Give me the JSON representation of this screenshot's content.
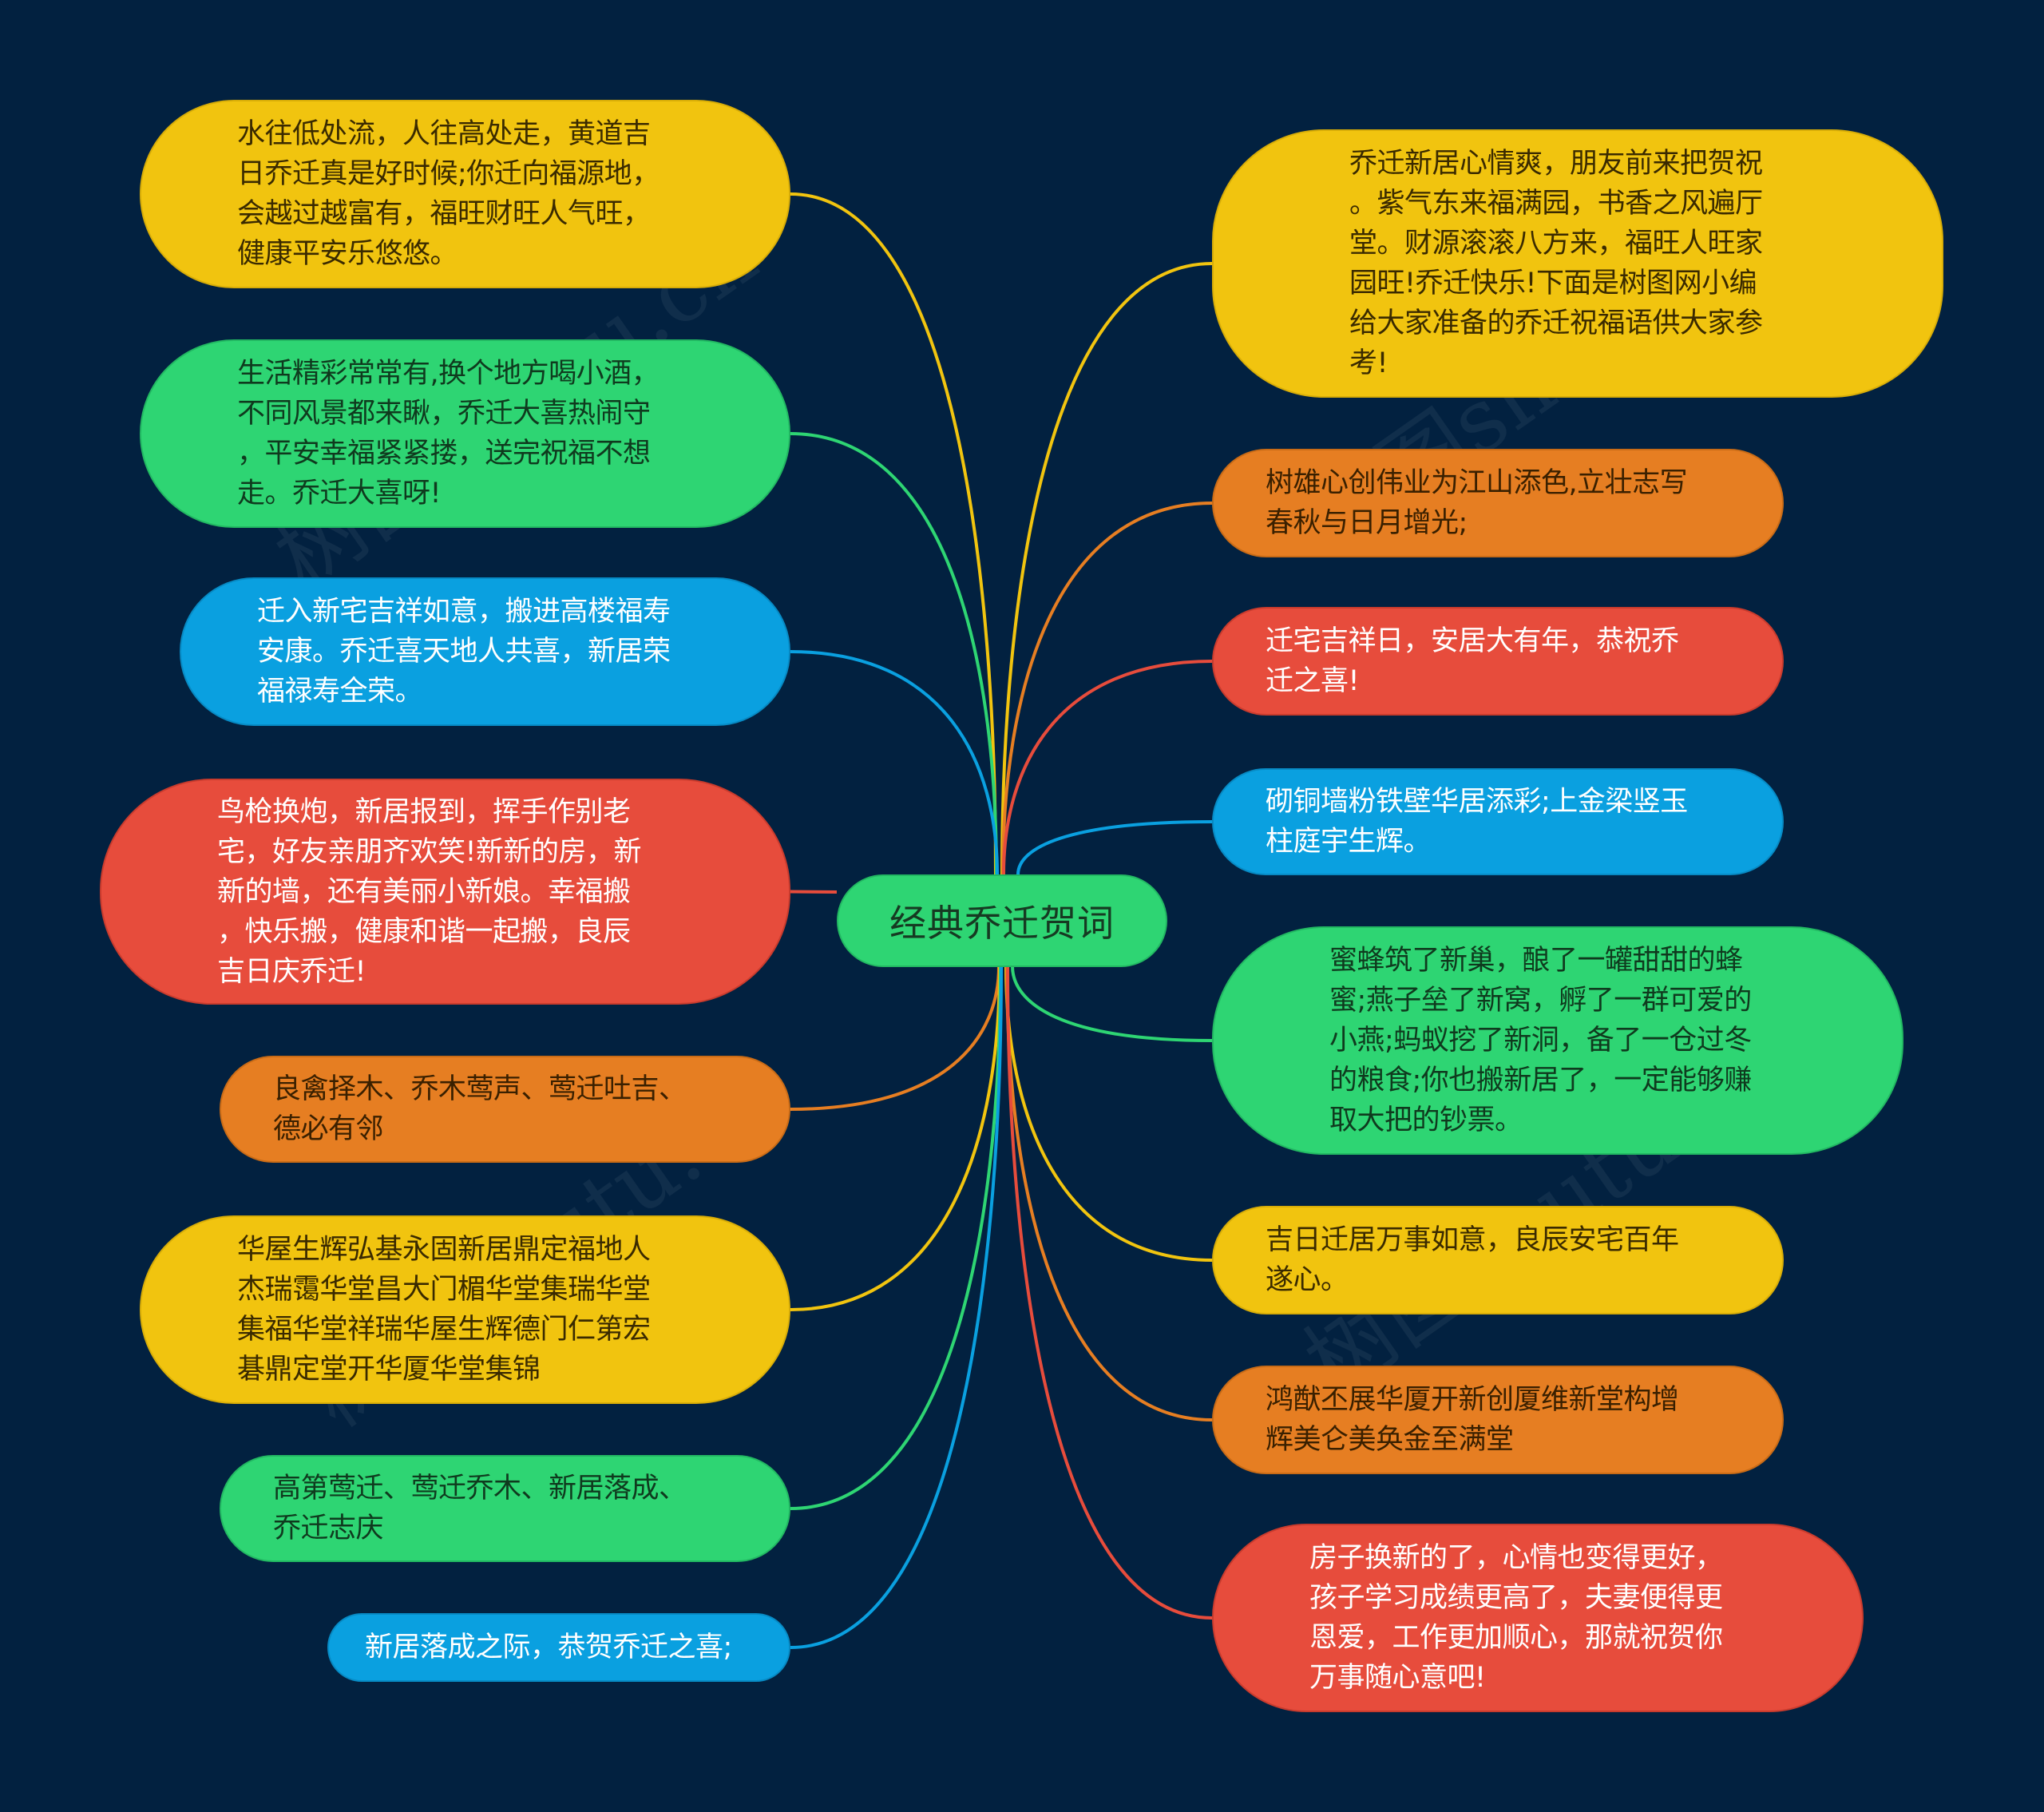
{
  "chart_data": {
    "type": "mindmap",
    "title": "经典乔迁贺词",
    "branches_left": [
      "水往低处流，人往高处走，黄道吉日乔迁真是好时候;你迁向福源地，会越过越富有，福旺财旺人气旺，健康平安乐悠悠。",
      "生活精彩常常有,换个地方喝小酒，不同风景都来瞅，乔迁大喜热闹守，平安幸福紧紧搂，送完祝福不想走。乔迁大喜呀!",
      "迁入新宅吉祥如意，搬进高楼福寿安康。乔迁喜天地人共喜，新居荣福禄寿全荣。",
      "鸟枪换炮，新居报到，挥手作别老宅，好友亲朋齐欢笑!新新的房，新新的墙，还有美丽小新娘。幸福搬，快乐搬，健康和谐一起搬，良辰吉日庆乔迁!",
      "良禽择木、乔木莺声、莺迁吐吉、德必有邻",
      "华屋生辉弘基永固新居鼎定福地人杰瑞霭华堂昌大门楣华堂集瑞华堂集福华堂祥瑞华屋生辉德门仁第宏碁鼎定堂开华厦华堂集锦",
      "高第莺迁、莺迁乔木、新居落成、乔迁志庆",
      "新居落成之际，恭贺乔迁之喜;"
    ],
    "branches_right": [
      "乔迁新居心情爽，朋友前来把贺祝。紫气东来福满园，书香之风遍厅堂。财源滚滚八方来，福旺人旺家园旺!乔迁快乐!下面是树图网小编给大家准备的乔迁祝福语供大家参考!",
      "树雄心创伟业为江山添色,立壮志写春秋与日月增光;",
      "迁宅吉祥日，安居大有年，恭祝乔迁之喜!",
      "砌铜墙粉铁壁华居添彩;上金梁竖玉柱庭宇生辉。",
      "蜜蜂筑了新巢，酿了一罐甜甜的蜂蜜;燕子垒了新窝，孵了一群可爱的小燕;蚂蚁挖了新洞，备了一仓过冬的粮食;你也搬新居了，一定能够赚取大把的钞票。",
      "吉日迁居万事如意，良辰安宅百年遂心。",
      "鸿猷丕展华厦开新创厦维新堂构增辉美仑美奂金至满堂",
      "房子换新的了，心情也变得更好，孩子学习成绩更高了，夫妻便得更恩爱，工作更加顺心，那就祝贺你万事随心意吧!"
    ]
  },
  "colors": {
    "background": "#022140",
    "yellow": "#f1c40f",
    "green": "#2ed573",
    "blue": "#0aa0e0",
    "red": "#e74c3c",
    "orange": "#e67e22"
  },
  "center": {
    "label": "经典乔迁贺词"
  },
  "left_nodes": [
    {
      "color": "yellow",
      "lines": [
        "水往低处流，人往高处走，黄道吉",
        "日乔迁真是好时候;你迁向福源地，",
        "会越过越富有，福旺财旺人气旺，",
        "健康平安乐悠悠。"
      ]
    },
    {
      "color": "green",
      "lines": [
        "生活精彩常常有,换个地方喝小酒，",
        "不同风景都来瞅，乔迁大喜热闹守",
        "，平安幸福紧紧搂，送完祝福不想",
        "走。乔迁大喜呀!"
      ]
    },
    {
      "color": "blue",
      "lines": [
        "迁入新宅吉祥如意，搬进高楼福寿",
        "安康。乔迁喜天地人共喜，新居荣",
        "福禄寿全荣。"
      ]
    },
    {
      "color": "red",
      "lines": [
        "鸟枪换炮，新居报到，挥手作别老",
        "宅，好友亲朋齐欢笑!新新的房，新",
        "新的墙，还有美丽小新娘。幸福搬",
        "，快乐搬，健康和谐一起搬，良辰",
        "吉日庆乔迁!"
      ]
    },
    {
      "color": "orange",
      "lines": [
        "良禽择木、乔木莺声、莺迁吐吉、",
        "德必有邻"
      ]
    },
    {
      "color": "yellow",
      "lines": [
        "华屋生辉弘基永固新居鼎定福地人",
        "杰瑞霭华堂昌大门楣华堂集瑞华堂",
        "集福华堂祥瑞华屋生辉德门仁第宏",
        "碁鼎定堂开华厦华堂集锦"
      ]
    },
    {
      "color": "green",
      "lines": [
        "高第莺迁、莺迁乔木、新居落成、",
        "乔迁志庆"
      ]
    },
    {
      "color": "blue",
      "lines": [
        "新居落成之际，恭贺乔迁之喜;"
      ]
    }
  ],
  "right_nodes": [
    {
      "color": "yellow",
      "lines": [
        "乔迁新居心情爽，朋友前来把贺祝",
        "。紫气东来福满园，书香之风遍厅",
        "堂。财源滚滚八方来，福旺人旺家",
        "园旺!乔迁快乐!下面是树图网小编",
        "给大家准备的乔迁祝福语供大家参",
        "考!"
      ]
    },
    {
      "color": "orange",
      "lines": [
        "树雄心创伟业为江山添色,立壮志写",
        "春秋与日月增光;"
      ]
    },
    {
      "color": "red",
      "lines": [
        "迁宅吉祥日，安居大有年，恭祝乔",
        "迁之喜!"
      ]
    },
    {
      "color": "blue",
      "lines": [
        "砌铜墙粉铁壁华居添彩;上金梁竖玉",
        "柱庭宇生辉。"
      ]
    },
    {
      "color": "green",
      "lines": [
        "蜜蜂筑了新巢，酿了一罐甜甜的蜂",
        "蜜;燕子垒了新窝，孵了一群可爱的",
        "小燕;蚂蚁挖了新洞，备了一仓过冬",
        "的粮食;你也搬新居了，一定能够赚",
        "取大把的钞票。"
      ]
    },
    {
      "color": "yellow",
      "lines": [
        "吉日迁居万事如意，良辰安宅百年",
        "遂心。"
      ]
    },
    {
      "color": "orange",
      "lines": [
        "鸿猷丕展华厦开新创厦维新堂构增",
        "辉美仑美奂金至满堂"
      ]
    },
    {
      "color": "red",
      "lines": [
        "房子换新的了，心情也变得更好，",
        "孩子学习成绩更高了，夫妻便得更",
        "恩爱，工作更加顺心，那就祝贺你",
        "万事随心意吧!"
      ]
    }
  ],
  "watermark": "树图shutu.cn"
}
